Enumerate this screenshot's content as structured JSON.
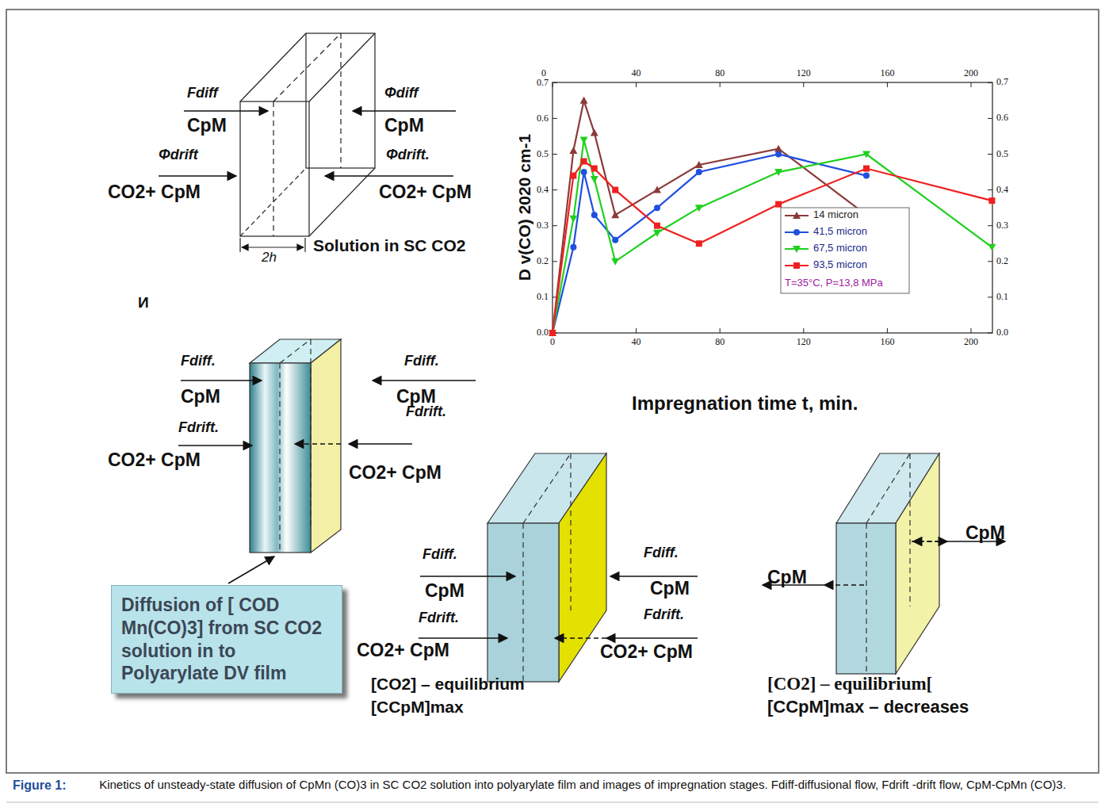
{
  "diagram": {
    "caption": "Kinetics of unsteady-state diffusion of CpMn (CO)3 in SC CO2 solution into polyarylate film and images of impregnation stages. Fdiff-diffusional flow, Fdrift -drift flow, CpM-CpMn (CO)3.",
    "nodes": [
      {
        "text": [
          "Diffusion of [ COD Mn(CO)3] from SC CO2 solution in to Polyarylate DV film"
        ]
      }
    ],
    "labels": [
      "Fdiff",
      "CpM",
      "Φdiff",
      "CpM",
      "Φdrift",
      "CO2+ CpM",
      "Φdrift.",
      "CO2+ CpM",
      "2h",
      "Solution in SC CO2",
      "И",
      "Fdiff.",
      "CpM",
      "Fdiff.",
      "CpM",
      "Fdrift.",
      "CO2+ CpM",
      "Fdrift.",
      "CO2+ CpM",
      "Fdiff.",
      "CpM",
      "Fdiff.",
      "CpM",
      "Fdrift.",
      "CO2+ CpM",
      "Fdrift.",
      "CO2+ CpM",
      "[CO2] – equilibrium",
      "[CCpM]max",
      "CpM",
      "CpM",
      "[CO2] – equilibrium[",
      "[CCpM]max – decreases",
      "D v(CO) 2020 cm-1",
      "Impregnation time t, min.",
      "0.0",
      "0.1",
      "0.2",
      "0.3",
      "0.4",
      "0.5",
      "0.6",
      "0.7",
      "0.0",
      "0.1",
      "0.2",
      "0.3",
      "0.4",
      "0.5",
      "0.6",
      "0.7",
      "0",
      "40",
      "80",
      "120",
      "160",
      "200",
      "0",
      "40",
      "80",
      "120",
      "160",
      "200",
      "T=35°C, P=13,8 MPa",
      "Figure 1:"
    ],
    "legend": [
      {
        "text": "14 micron"
      },
      {
        "text": "41,5 micron"
      },
      {
        "text": "67,5 micron"
      },
      {
        "text": "93,5 micron"
      }
    ]
  }
}
